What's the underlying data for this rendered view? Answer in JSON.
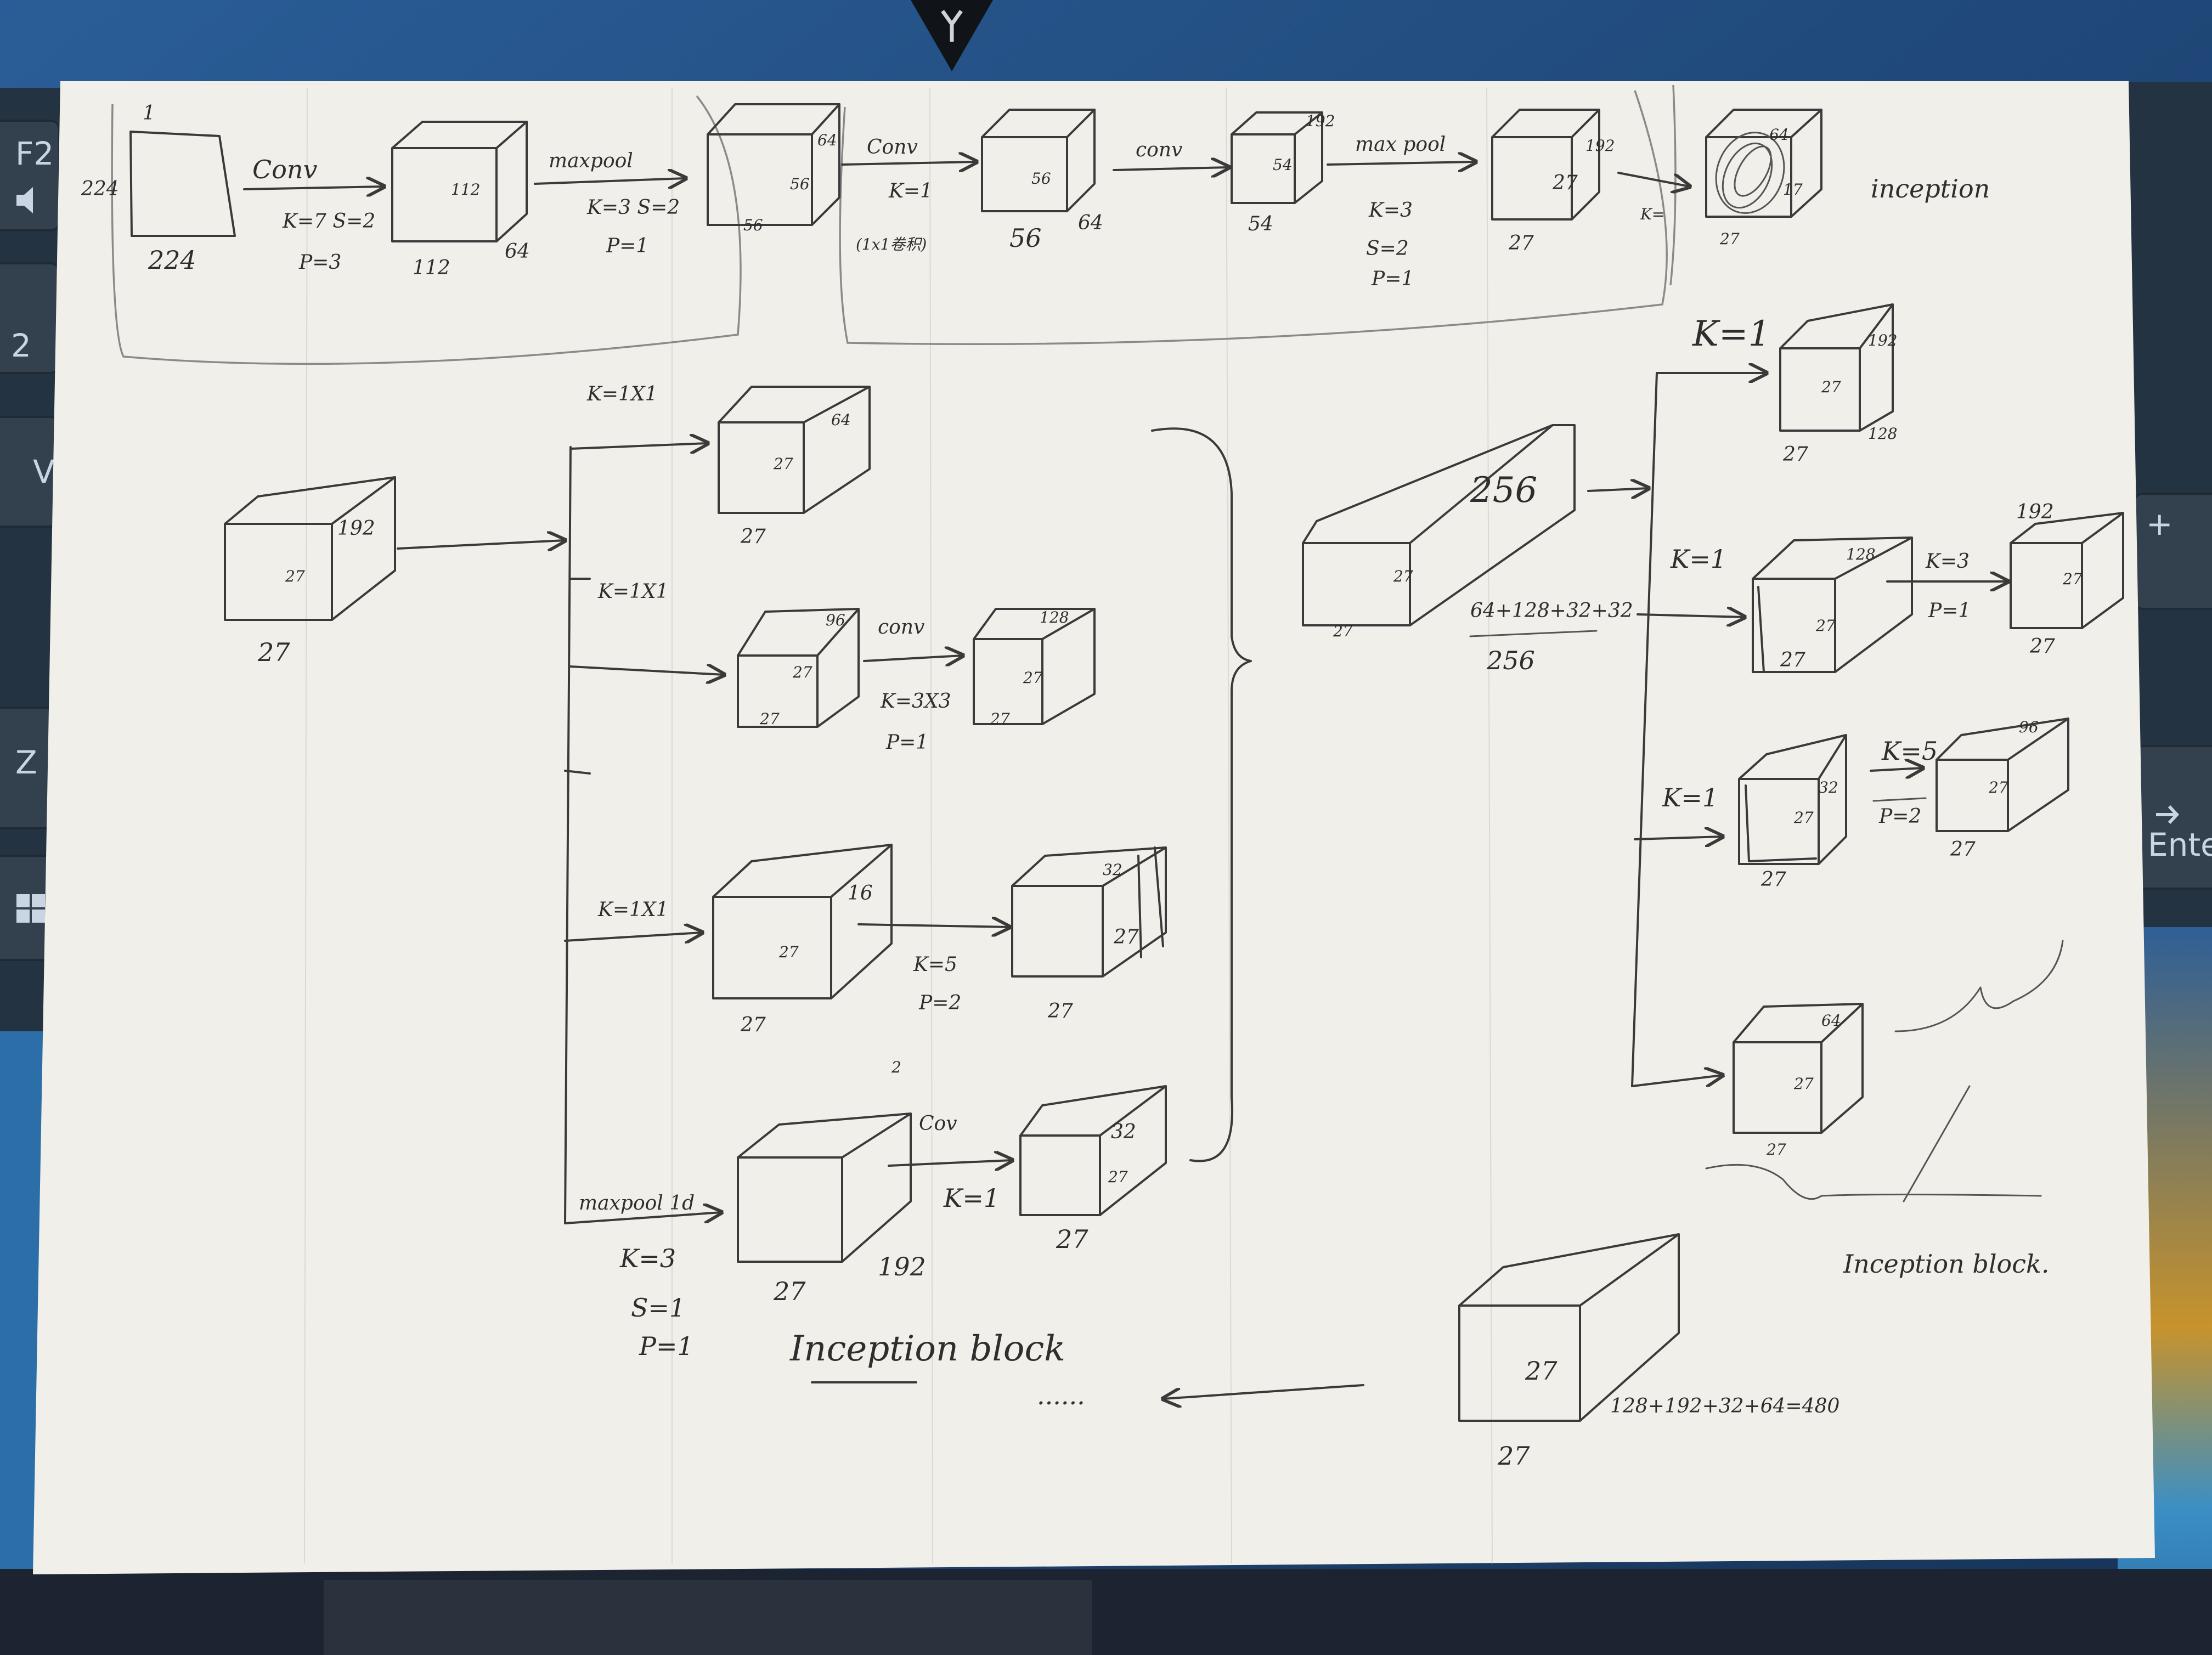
{
  "colors": {
    "paper": "#f1efe9",
    "ink": "#3a3a3a",
    "desk": "#1d3f6e",
    "region": "#8a8a8a"
  },
  "keyboard": {
    "keys": [
      "F2",
      "2",
      "V",
      "Z",
      "+",
      "Enter"
    ],
    "icons": [
      "speaker-icon",
      "windows-logo-icon",
      "arrow-icon"
    ]
  },
  "stem": {
    "input": {
      "top": "1",
      "side": "224",
      "bottom": "224"
    },
    "conv1": {
      "op": "Conv",
      "params": [
        "K=7 S=2",
        "P=3"
      ]
    },
    "block1": {
      "front": "112",
      "depth": "64",
      "bottom": "112"
    },
    "pool1": {
      "op": "maxpool",
      "params": [
        "K=3 S=2",
        "P=1"
      ]
    },
    "block2": {
      "top": "64",
      "front": "56",
      "bottom": "56"
    },
    "conv2": {
      "op": "Conv",
      "params": [
        "K=1",
        "(1x1卷积)"
      ]
    },
    "block3": {
      "front": "56",
      "bottom": "56",
      "depth": "64"
    },
    "conv3": {
      "op": "conv"
    },
    "block4": {
      "top": "192",
      "front": "54",
      "bottom": "54"
    },
    "pool2": {
      "op": "max pool",
      "params": [
        "K=3",
        "S=2",
        "P=1"
      ]
    },
    "block5": {
      "top": "192",
      "front": "27",
      "bottom": "27"
    },
    "arrow_k": "K=",
    "block6": {
      "top": "64",
      "side": "17",
      "bottom": "27"
    },
    "inception_label": "inception"
  },
  "left_inception": {
    "input": {
      "top": "192",
      "front": "27",
      "bottom": "27"
    },
    "branch1": {
      "label": "K=1X1",
      "out": {
        "top": "64",
        "front": "27",
        "bottom": "27"
      }
    },
    "branch2": {
      "label": "K=1X1",
      "mid": {
        "top": "96",
        "front": "27",
        "bottom": "27"
      },
      "op": "conv",
      "params": [
        "K=3X3",
        "P=1"
      ],
      "out": {
        "top": "128",
        "front": "27",
        "bottom": "27"
      }
    },
    "branch3": {
      "label": "K=1X1",
      "mid": {
        "top": "16",
        "front": "27",
        "bottom": "27"
      },
      "params": [
        "K=5",
        "P=2"
      ],
      "out": {
        "top": "32",
        "front": "27",
        "bottom": "27"
      }
    },
    "branch4": {
      "label": "maxpool 1d",
      "pool_params": [
        "K=3",
        "S=1",
        "P=1"
      ],
      "mid": {
        "depth": "192",
        "bottom": "27"
      },
      "op": "Cov",
      "params": [
        "K=1"
      ],
      "out": {
        "top": "32",
        "front": "27",
        "bottom": "27"
      }
    },
    "stray_mark": "2",
    "block_label": "Inception block",
    "ellipsis": "......"
  },
  "concat": {
    "box": {
      "top": "256",
      "front": "27",
      "bottom": "27"
    },
    "formula": "64+128+32+32",
    "result": "256"
  },
  "right_inception": {
    "branch1": {
      "label": "K=1",
      "out": {
        "top": "192",
        "front": "27",
        "side": "128",
        "bottom": "27"
      }
    },
    "branch2": {
      "label": "K=1",
      "mid": {
        "top": "128",
        "front": "27",
        "bottom": "27"
      },
      "params": [
        "K=3",
        "P=1"
      ],
      "out": {
        "top": "192",
        "front": "27",
        "bottom": "27"
      }
    },
    "branch3": {
      "label": "K=1",
      "mid": {
        "top": "32",
        "front": "27",
        "bottom": "27"
      },
      "params": [
        "K=5",
        "P=2"
      ],
      "out": {
        "top": "96",
        "front": "27",
        "bottom": "27"
      }
    },
    "branch4": {
      "out": {
        "top": "64",
        "front": "27",
        "bottom": "27"
      }
    },
    "block_label": "Inception block."
  },
  "output": {
    "front": "27",
    "bottom": "27",
    "formula": "128+192+32+64=480"
  }
}
